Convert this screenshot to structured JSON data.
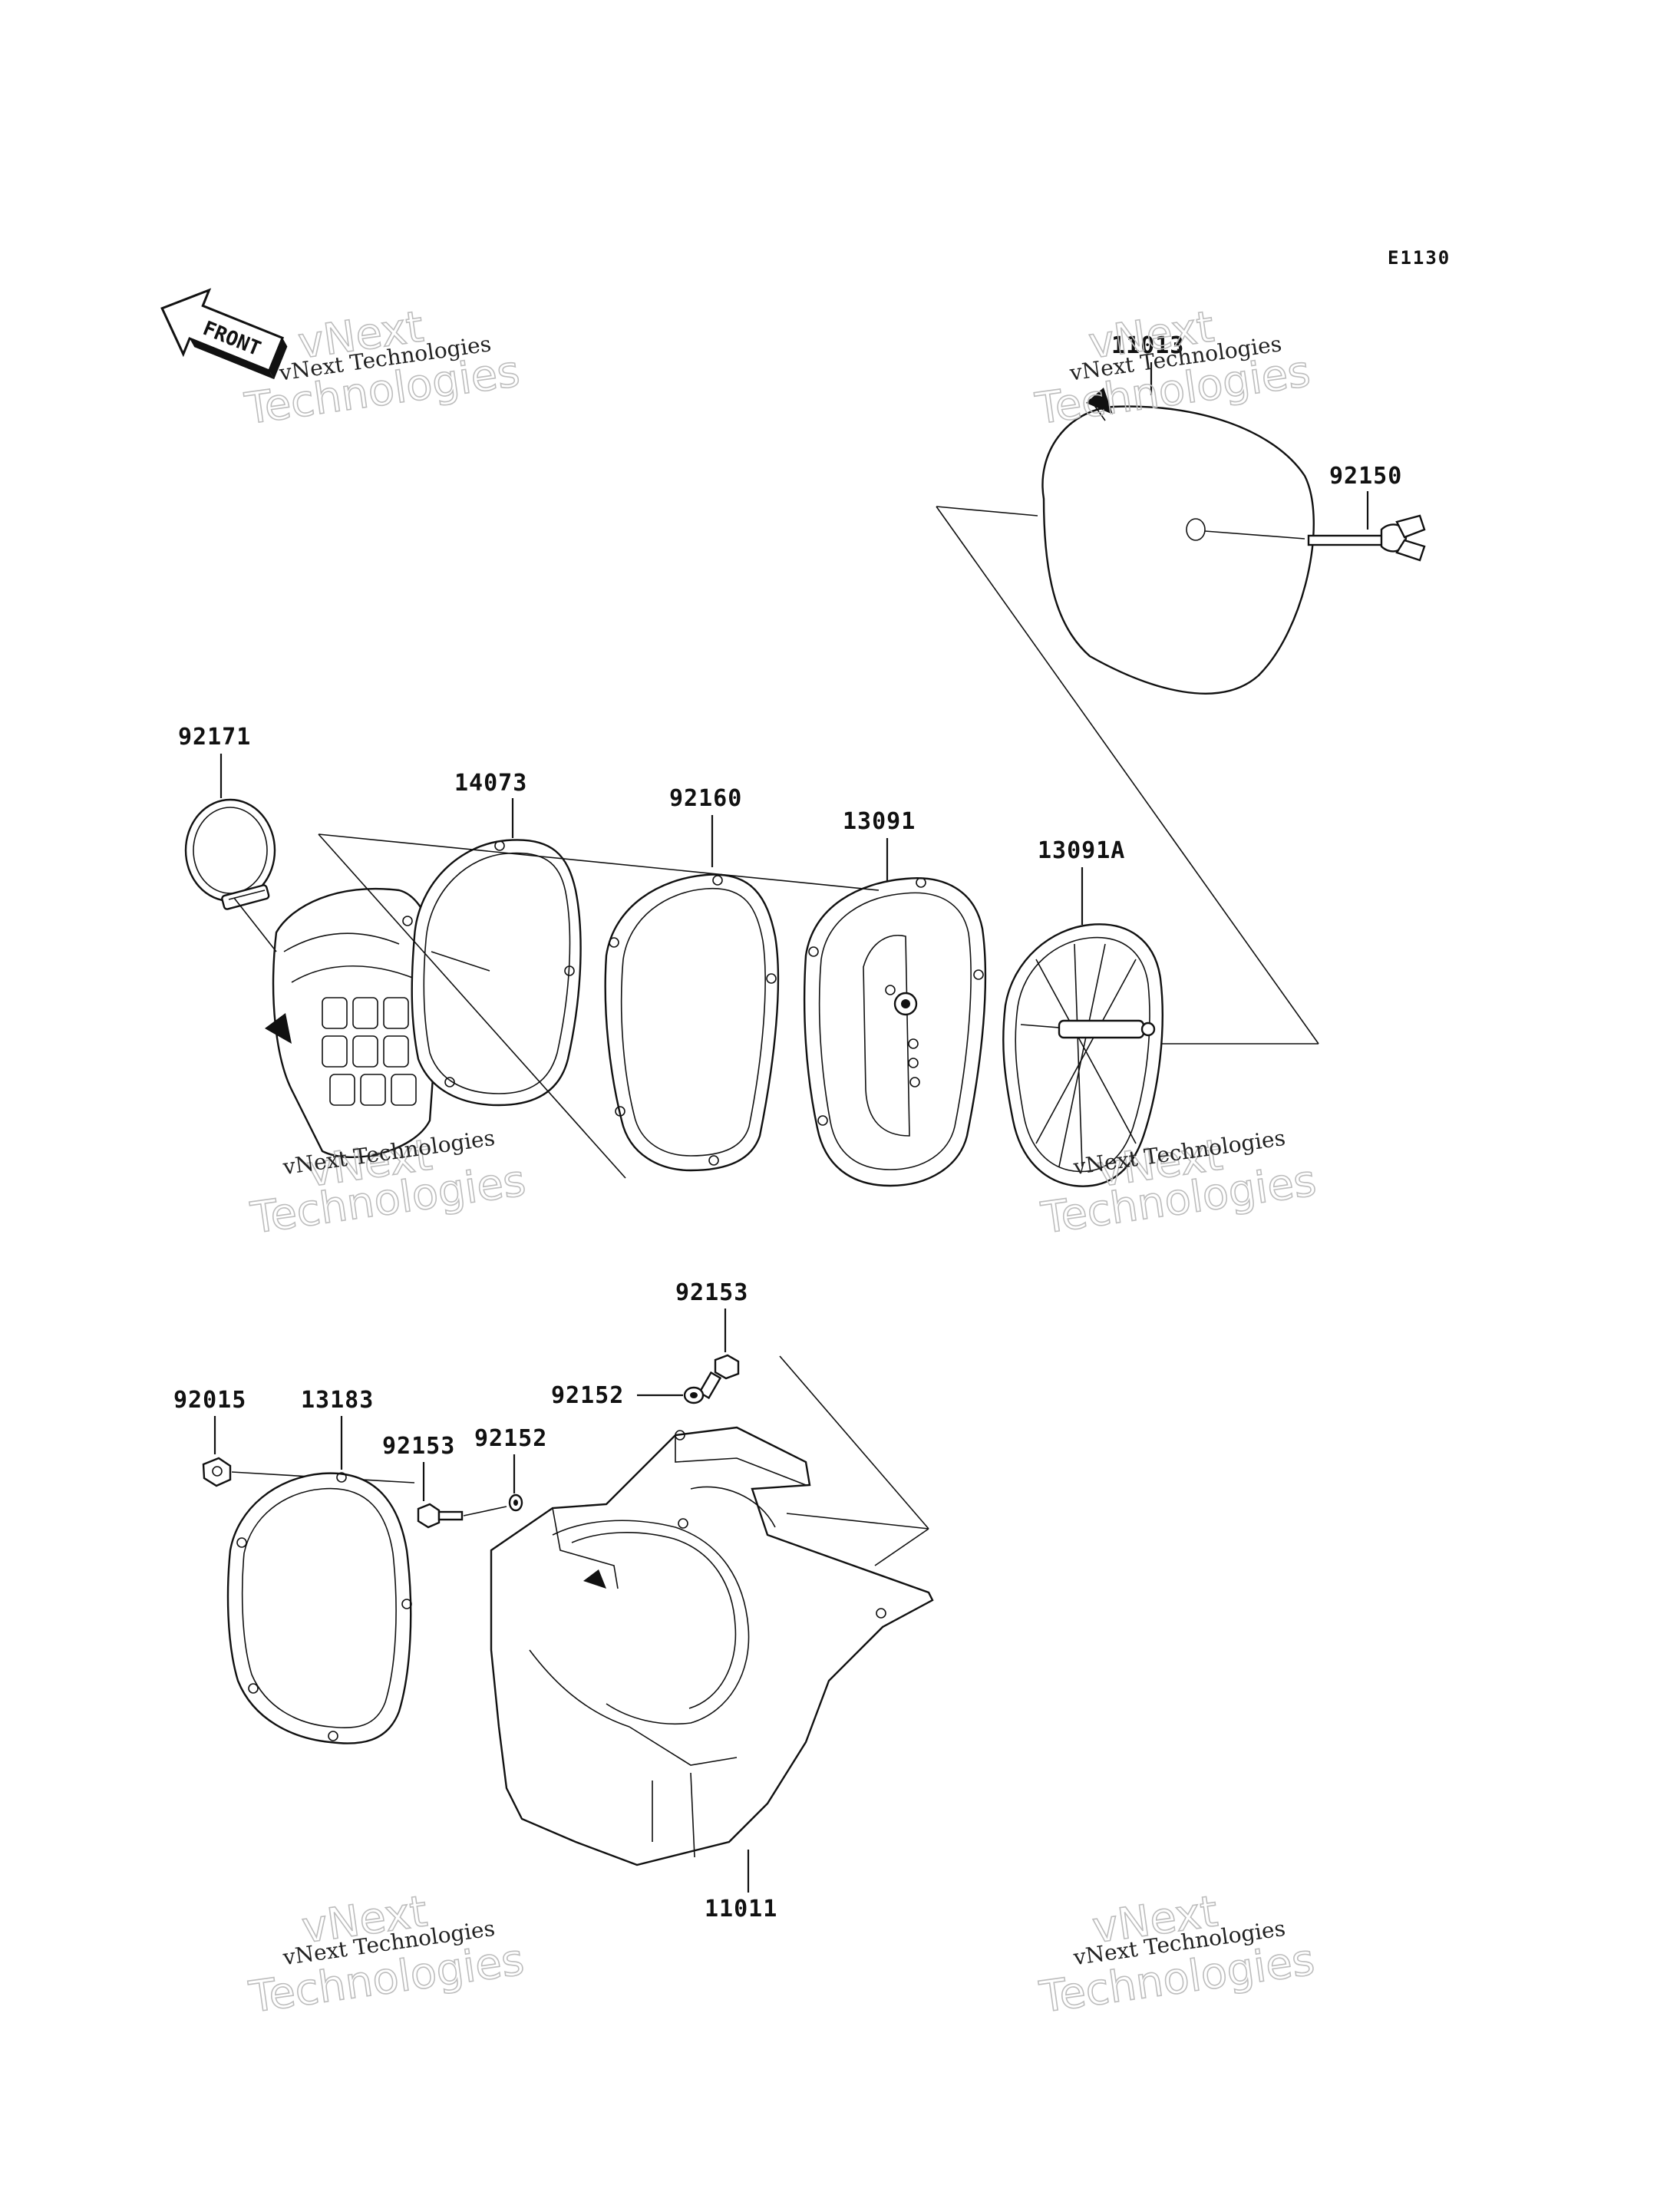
{
  "diagram_code": "E1130",
  "front_arrow_label": "FRONT",
  "watermark": {
    "small": "vNext Technologies",
    "big_line1": "vNext",
    "big_line2": "Technologies"
  },
  "parts": {
    "p11013": "11013",
    "p92150": "92150",
    "p92171": "92171",
    "p14073": "14073",
    "p92160": "92160",
    "p13091": "13091",
    "p13091A": "13091A",
    "p92153_top": "92153",
    "p92152_top": "92152",
    "p92015": "92015",
    "p13183": "13183",
    "p92153_mid": "92153",
    "p92152_mid": "92152",
    "p11011": "11011"
  }
}
